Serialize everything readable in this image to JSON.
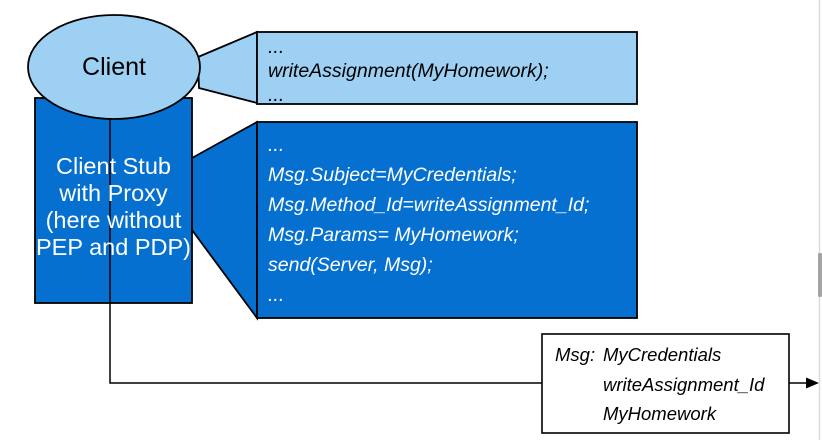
{
  "client": {
    "label": "Client"
  },
  "stub": {
    "lines": [
      "Client Stub",
      "with Proxy",
      "(here without",
      "PEP and PDP)"
    ]
  },
  "client_code": {
    "lines": [
      "...",
      "writeAssignment(MyHomework);",
      "..."
    ]
  },
  "stub_code": {
    "lines": [
      "...",
      "Msg.Subject=MyCredentials;",
      "Msg.Method_Id=writeAssignment_Id;",
      "Msg.Params= MyHomework;",
      "send(Server, Msg);",
      "..."
    ]
  },
  "message_box": {
    "label": "Msg:",
    "values": [
      "MyCredentials",
      "writeAssignment_Id",
      "MyHomework"
    ]
  },
  "colors": {
    "light_blue": "#9ED0F4",
    "dark_blue": "#0570D0",
    "outline": "#000000",
    "text_light": "#FFFFFF",
    "text_dark": "#000000",
    "scrollbar_thumb": "#A3A3A3",
    "scrollbar_track": "#DCDCDC"
  }
}
